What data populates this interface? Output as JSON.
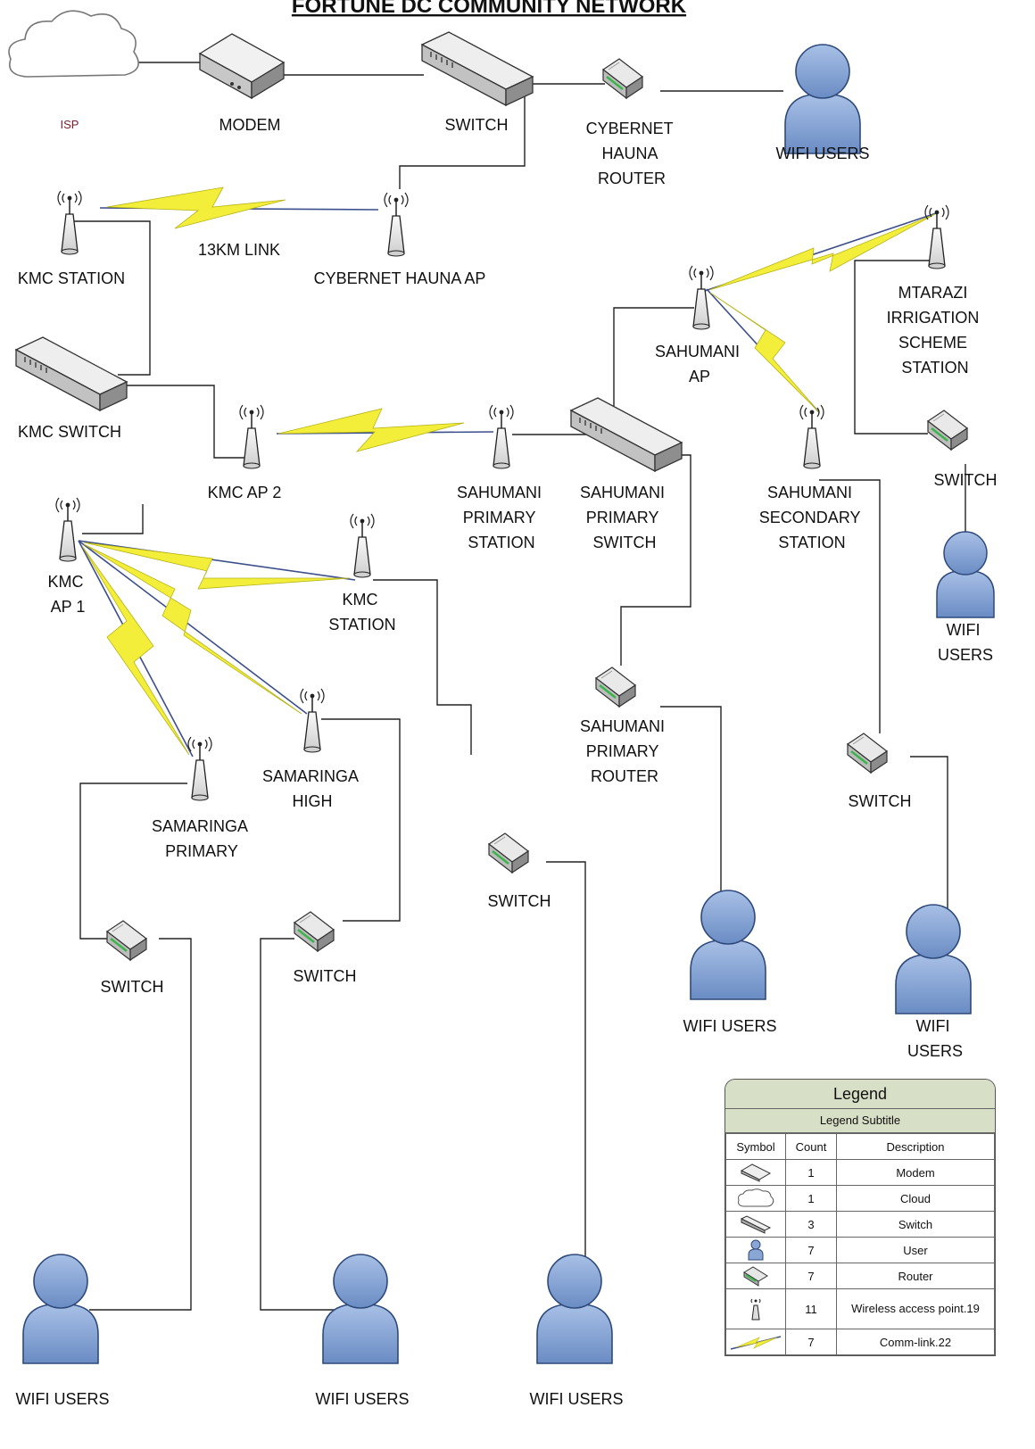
{
  "title": "FORTUNE DC COMMUNITY NETWORK",
  "labels": {
    "isp": "ISP",
    "modem": "MODEM",
    "switch_top": "SWITCH",
    "cybernet_router": [
      "CYBERNET",
      "HAUNA",
      "ROUTER"
    ],
    "wifi_users_top": "WIFI USERS",
    "kmc_station_top": "KMC STATION",
    "link_13km": "13KM LINK",
    "cybernet_ap": "CYBERNET HAUNA AP",
    "sahumani_ap": [
      "SAHUMANI",
      "AP"
    ],
    "mtarazi": [
      "MTARAZI",
      "IRRIGATION",
      "SCHEME",
      "STATION"
    ],
    "kmc_switch": "KMC SWITCH",
    "kmc_ap2": "KMC AP 2",
    "sahumani_primary_station": [
      "SAHUMANI",
      "PRIMARY",
      "STATION"
    ],
    "sahumani_primary_switch": [
      "SAHUMANI",
      "PRIMARY",
      "SWITCH"
    ],
    "sahumani_secondary_station": [
      "SAHUMANI",
      "SECONDARY",
      "STATION"
    ],
    "switch_right": "SWITCH",
    "wifi_users_right": [
      "WIFI",
      "USERS"
    ],
    "kmc_ap1": [
      "KMC",
      "AP 1"
    ],
    "kmc_station_mid": [
      "KMC",
      "STATION"
    ],
    "sahumani_primary_router": [
      "SAHUMANI",
      "PRIMARY",
      "ROUTER"
    ],
    "samaringa_high": [
      "SAMARINGA",
      "HIGH"
    ],
    "samaringa_primary": [
      "SAMARINGA",
      "PRIMARY"
    ],
    "switch_sec": "SWITCH",
    "switch_kmc_station": "SWITCH",
    "switch_high": "SWITCH",
    "switch_primary": "SWITCH",
    "wifi_users_sahumani": "WIFI USERS",
    "wifi_users_sec": [
      "WIFI",
      "USERS"
    ],
    "wifi_users_bl": "WIFI USERS",
    "wifi_users_bm": "WIFI USERS",
    "wifi_users_br": "WIFI USERS"
  },
  "legend": {
    "title": "Legend",
    "subtitle": "Legend Subtitle",
    "headers": [
      "Symbol",
      "Count",
      "Description"
    ],
    "rows": [
      {
        "icon": "modem-icon",
        "count": "1",
        "description": "Modem"
      },
      {
        "icon": "cloud-icon",
        "count": "1",
        "description": "Cloud"
      },
      {
        "icon": "switch-icon",
        "count": "3",
        "description": "Switch"
      },
      {
        "icon": "user-icon",
        "count": "7",
        "description": "User"
      },
      {
        "icon": "router-icon",
        "count": "7",
        "description": "Router"
      },
      {
        "icon": "wireless-access-point-icon",
        "count": "11",
        "description": "Wireless access point.19"
      },
      {
        "icon": "comm-link-icon",
        "count": "7",
        "description": "Comm-link.22"
      }
    ]
  },
  "colors": {
    "user_fill": "#7f9fd0",
    "bolt_fill": "#f2ee3a",
    "wireless_line": "#3c4f8c",
    "legend_header": "#d7e0c6"
  }
}
